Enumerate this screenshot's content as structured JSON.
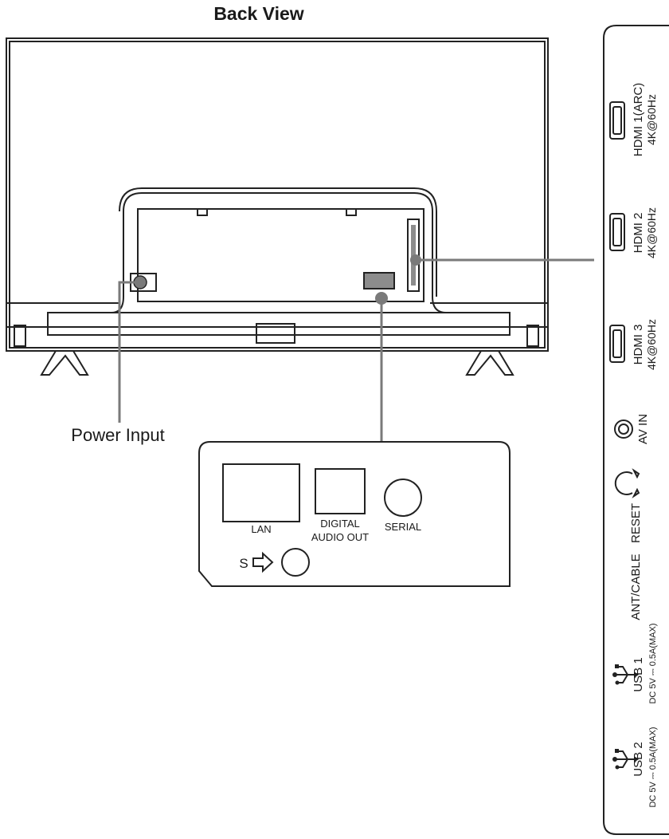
{
  "title": "Back View",
  "labels": {
    "power_input": "Power Input",
    "s_label": "S"
  },
  "back_panel": {
    "lan": "LAN",
    "digital_line1": "DIGITAL",
    "digital_line2": "AUDIO OUT",
    "serial": "SERIAL"
  },
  "side_panel": {
    "hdmi1_name": "HDMI 1(ARC)",
    "hdmi1_spec": "4K@60Hz",
    "hdmi2_name": "HDMI 2",
    "hdmi2_spec": "4K@60Hz",
    "hdmi3_name": "HDMI 3",
    "hdmi3_spec": "4K@60Hz",
    "av_in": "AV IN",
    "reset": "RESET",
    "ant_cable": "ANT/CABLE",
    "usb1_name": "USB 1",
    "usb1_spec": "DC 5V ⎓ 0.5A(MAX)",
    "usb2_name": "USB 2",
    "usb2_spec": "DC 5V ⎓ 0.5A(MAX)"
  },
  "colors": {
    "line": "#222222",
    "callout": "#7a7a7a",
    "port_fill": "#8c8c8c"
  },
  "icons": [
    "hdmi-port-icon",
    "coax-port-icon",
    "headphone-icon",
    "usb-icon",
    "arrow-right-icon"
  ]
}
